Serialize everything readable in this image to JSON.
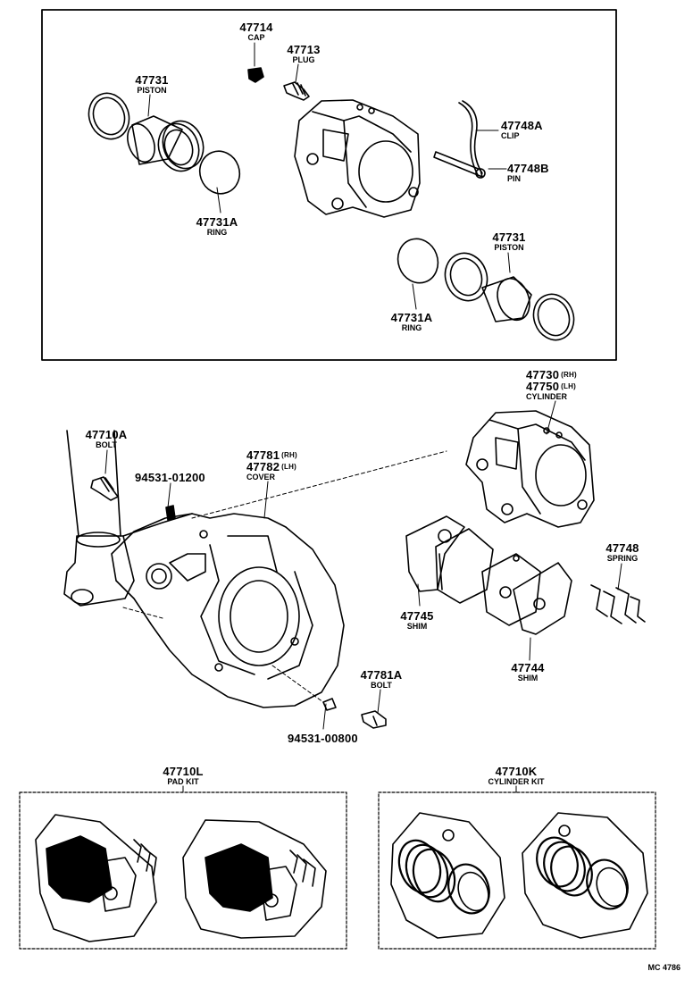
{
  "labels": {
    "cap": {
      "part": "47714",
      "name": "CAP"
    },
    "plug": {
      "part": "47713",
      "name": "PLUG"
    },
    "piston_top": {
      "part": "47731",
      "name": "PISTON"
    },
    "ring_top": {
      "part": "47731A",
      "name": "RING"
    },
    "clip": {
      "part": "47748A",
      "name": "CLIP"
    },
    "pin": {
      "part": "47748B",
      "name": "PIN"
    },
    "piston_right": {
      "part": "47731",
      "name": "PISTON"
    },
    "ring_right": {
      "part": "47731A",
      "name": "RING"
    },
    "cylinder": {
      "part_rh": "47730",
      "side_rh": "(RH)",
      "part_lh": "47750",
      "side_lh": "(LH)",
      "name": "CYLINDER"
    },
    "bolt_knuckle": {
      "part": "47710A",
      "name": "BOLT"
    },
    "bolt_small_top": {
      "part": "94531-01200"
    },
    "cover": {
      "part_rh": "47781",
      "side_rh": "(RH)",
      "part_lh": "47782",
      "side_lh": "(LH)",
      "name": "COVER"
    },
    "spring": {
      "part": "47748",
      "name": "SPRING"
    },
    "shim_left": {
      "part": "47745",
      "name": "SHIM"
    },
    "shim_right": {
      "part": "47744",
      "name": "SHIM"
    },
    "bolt_cover": {
      "part": "47781A",
      "name": "BOLT"
    },
    "bolt_small_bottom": {
      "part": "94531-00800"
    },
    "pad_kit": {
      "part": "47710L",
      "name": "PAD KIT"
    },
    "cylinder_kit": {
      "part": "47710K",
      "name": "CYLINDER KIT"
    }
  },
  "figure_code": "MC 4786"
}
